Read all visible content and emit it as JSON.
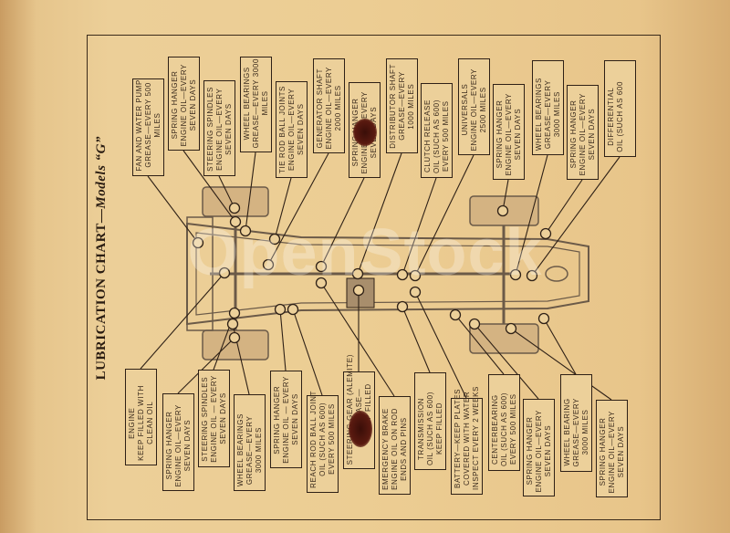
{
  "title": {
    "main": "LUBRICATION CHART—",
    "models": "Models “G”"
  },
  "watermark": "OpenStock",
  "top_labels": [
    {
      "lines": [
        "FAN AND WATER PUMP",
        "GREASE—EVERY 500",
        "MILES"
      ]
    },
    {
      "lines": [
        "SPRING HANGER",
        "ENGINE OIL—EVERY",
        "SEVEN DAYS"
      ]
    },
    {
      "lines": [
        "STEERING SPINDLES",
        "ENGINE OIL—EVERY",
        "SEVEN DAYS"
      ]
    },
    {
      "lines": [
        "WHEEL BEARINGS",
        "GREASE—EVERY 3000",
        "MILES"
      ]
    },
    {
      "lines": [
        "TIE ROD BALL JOINTS",
        "ENGINE OIL—EVERY",
        "SEVEN DAYS"
      ]
    },
    {
      "lines": [
        "GENERATOR SHAFT",
        "ENGINE OIL—EVERY",
        "2000 MILES"
      ]
    },
    {
      "lines": [
        "SPRING HANGER",
        "ENGINE OIL—EVERY",
        "SEVEN DAYS"
      ]
    },
    {
      "lines": [
        "DISTRIBUTOR SHAFT",
        "GREASE—EVERY",
        "1000 MILES"
      ]
    },
    {
      "lines": [
        "CLUTCH RELEASE",
        "OIL (SUCH AS 600)",
        "EVERY 500 MILES"
      ]
    },
    {
      "lines": [
        "UNIVERSALS",
        "ENGINE OIL—EVERY",
        "2500 MILES"
      ]
    },
    {
      "lines": [
        "SPRING HANGER",
        "ENGINE OIL—EVERY",
        "SEVEN DAYS"
      ]
    },
    {
      "lines": [
        "WHEEL BEARINGS",
        "GREASE—EVERY",
        "3000 MILES"
      ]
    },
    {
      "lines": [
        "SPRING HANGER",
        "ENGINE OIL—EVERY",
        "SEVEN DAYS"
      ]
    },
    {
      "lines": [
        "DIFFERENTIAL",
        "OIL (SUCH AS 600"
      ]
    }
  ],
  "bottom_labels": [
    {
      "lines": [
        "ENGINE",
        "KEEP FILLED WITH",
        "CLEAN OIL"
      ]
    },
    {
      "lines": [
        "SPRING HANGER",
        "ENGINE OIL—EVERY",
        "SEVEN DAYS"
      ]
    },
    {
      "lines": [
        "STEERING SPINDLES",
        "ENGINE OIL — EVERY",
        "SEVEN DAYS"
      ]
    },
    {
      "lines": [
        "WHEEL BEARINGS",
        "GREASE—EVERY",
        "3000 MILES"
      ]
    },
    {
      "lines": [
        "SPRING HANGER",
        "ENGINE OIL — EVERY",
        "SEVEN DAYS"
      ]
    },
    {
      "lines": [
        "REACH ROD BALL JOINT",
        "OIL (SUCH AS 600)",
        "EVERY 500 MILES"
      ]
    },
    {
      "lines": [
        "STEERING GEAR (ALEMITE)",
        "GREASE—",
        "KEEP FILLED"
      ]
    },
    {
      "lines": [
        "EMERGENCY BRAKE",
        "ENGINE OIL ON ROD",
        "ENDS AND PINS"
      ]
    },
    {
      "lines": [
        "TRANSMISSION",
        "OIL (SUCH AS 600)",
        "KEEP FILLED"
      ]
    },
    {
      "lines": [
        "BATTERY—KEEP PLATES",
        "COVERED WITH WATER",
        "INSPECT EVERY 2 WEEKS"
      ]
    },
    {
      "lines": [
        "CENTERBEARING",
        "OIL (SUCH AS 600)",
        "EVERY 500 MILES"
      ]
    },
    {
      "lines": [
        "SPRING HANGER",
        "ENGINE OIL—EVERY",
        "SEVEN DAYS"
      ]
    },
    {
      "lines": [
        "WHEEL BEARING",
        "GREASE—EVERY",
        "3000 MILES"
      ]
    },
    {
      "lines": [
        "SPRING HANGER",
        "ENGINE OIL—EVERY",
        "SEVEN DAYS"
      ]
    }
  ],
  "colors": {
    "paper": "#eccd93",
    "ink": "#2e2016"
  }
}
